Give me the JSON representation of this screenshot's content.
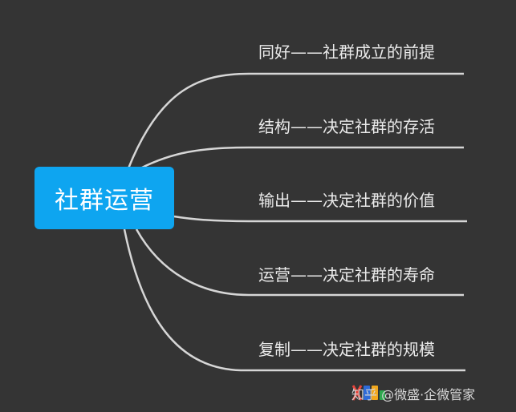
{
  "root": {
    "label": "社群运营",
    "color": "#0ea5f0"
  },
  "branches": [
    {
      "label": "同好——社群成立的前提"
    },
    {
      "label": "结构——决定社群的存活"
    },
    {
      "label": "输出——决定社群的价值"
    },
    {
      "label": "运营——决定社群的寿命"
    },
    {
      "label": "复制——决定社群的规模"
    }
  ],
  "line_color": "#d6d6d6",
  "background": "#343434",
  "watermark": {
    "text": "知乎 @微盛·企微管家",
    "logo_colors": [
      "#e8453c",
      "#2e6bd8",
      "#f2a81d",
      "#2fa84f"
    ]
  }
}
